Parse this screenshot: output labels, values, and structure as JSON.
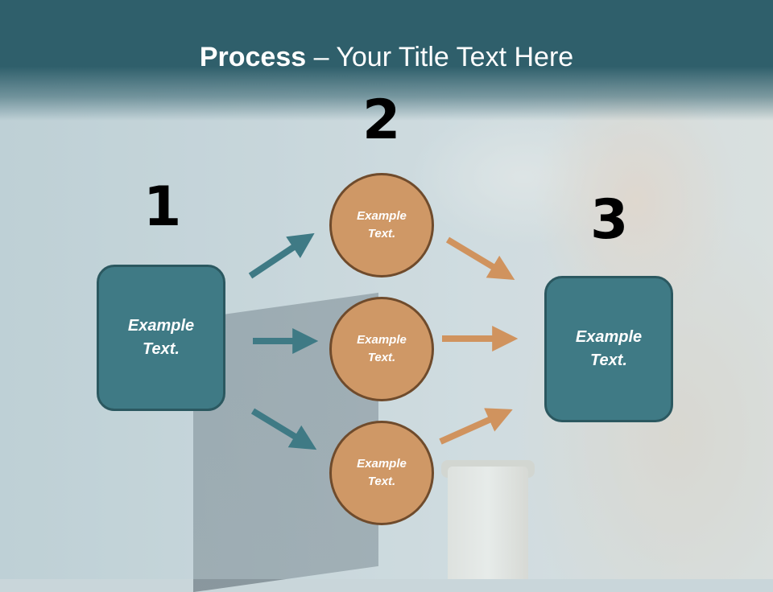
{
  "title": {
    "bold": "Process",
    "rest": " – Your Title Text Here"
  },
  "steps": {
    "one": {
      "number": "1",
      "text": "Example Text."
    },
    "two": {
      "number": "2",
      "top": "Example Text.",
      "middle": "Example Text.",
      "bottom": "Example Text."
    },
    "three": {
      "number": "3",
      "text": "Example Text."
    }
  },
  "colors": {
    "header": "#2f5f6b",
    "box": "#3f7a85",
    "circle": "#cf9866",
    "arrow_teal": "#3f7a85",
    "arrow_orange": "#d0935e"
  }
}
